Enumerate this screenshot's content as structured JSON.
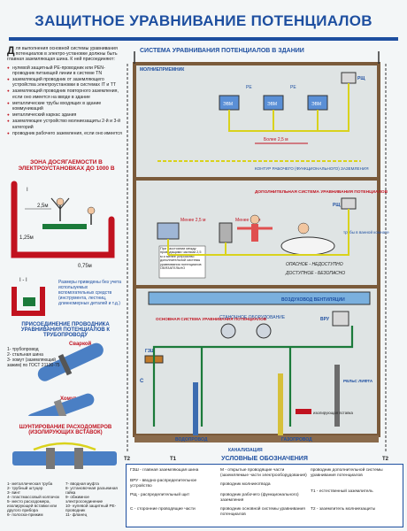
{
  "poster": {
    "title": "ЗАЩИТНОЕ УРАВНИВАНИЕ ПОТЕНЦИАЛОВ"
  },
  "left": {
    "intro_dropcap": "Д",
    "intro_text": "ля выполнения основной системы уравнивания потенциалов в электро-установке должны быть главная заземляющая шина. К ней присоединяют:",
    "list": [
      "нулевой защитный PE-проводник или PEN-проводник питающей линии в системе TN",
      "заземляющий проводник от заземляющего устройства электроустановки в системах IT и TT",
      "заземляющий проводник повторного заземления, если оно имеется на вводе в здание",
      "металлические трубы входящих в здание коммуникаций",
      "металлический каркас здания",
      "заземляющее устройство молниезащиты 2-й и 3-й категорий",
      "проводник рабочего заземления, если оно имеется"
    ],
    "zone_header": "ЗОНА ДОСЯГАЕМОСТИ В ЭЛЕКТРОУСТАНОВКАХ ДО 1000 В",
    "zone_dims": {
      "a": "2,5м",
      "b": "1,25м",
      "c": "0,75м",
      "section": "I - I",
      "mark": "I"
    },
    "zone_note": "Размеры приведены без учета используемых вспомогательных средств (инструмента, лестниц, длинномерных деталей и т.д.)",
    "pipe_header": "ПРИСОЕДИНЕНИЕ ПРОВОДНИКА УРАВНИВАНИЯ ПОТЕНЦИАЛОВ К ТРУБОПРОВОДУ",
    "pipe_weld": "Сваркой",
    "pipe_list": "1- трубопровод\n2- стальная шина\n3- хомут (заземляющий зажим) по ГОСТ 21130-75",
    "clamp": "Хомутом",
    "shunt_header": "ШУНТИРОВАНИЕ РАСХОДОМЕРОВ (ИЗОЛИРУЮЩИХ ВСТАВОК)",
    "shunt_list_a": "1- металлическая труба\n2- трубный штуцер\n3- винт\n4- пластмассовый колпачок\n5- место расходомера, изолирующей вставки или другого прибора\n6- полоска-прижим",
    "shunt_list_b": "7- вводная муфта\n8- установочная разъемная гайка\n9- обжимное электросоединение\n10- нулевой защитный РЕ-проводник\n11- фланец"
  },
  "main": {
    "header": "СИСТЕМА УРАВНИВАНИЯ ПОТЕНЦИАЛОВ В ЗДАНИИ",
    "lightning": "МОЛНИЕПРИЕМНИК",
    "computer": "ЭВМ",
    "rsh": "РЩ",
    "pe": "PE",
    "more25": "Более 2,5 м",
    "less25": "Менее 2,5 м",
    "contour": "КОНТУР РАБОЧЕГО (ФУНКЦИОНАЛЬНОГО) ЗАЗЕМЛЕНИЯ",
    "extra_system": "ДОПОЛНИТЕЛЬНАЯ СИСТЕМА УРАВНИВАНИЯ ПОТЕНЦИАЛОВ",
    "bath_pipes": "трубы в ванной комнате",
    "note_box": "При расстоянии между проводящими частями 2,5 м и менее устройство дополнительной системы уравнивания потенциалов ОБЯЗАТЕЛЬНО",
    "danger1": "ОПАСНОЕ - НЕДОСТУПНО",
    "danger2": "ДОСТУПНОЕ - БЕЗОПАСНО",
    "ventilation": "ВОЗДУХОВОД ВЕНТИЛЯЦИИ",
    "machines": "СТАНОЧНОЕ ОБОРУДОВАНИЕ",
    "main_system": "ОСНОВНАЯ СИСТЕМА УРАВНИВАНИЯ ПОТЕНЦИАЛОВ",
    "vru": "ВРУ",
    "gzsh": "ГЗШ",
    "c": "С",
    "rails": "РЕЛЬС ЛИФТА",
    "water": "ВОДОПРОВОД",
    "gas": "ГАЗОПРОВОД",
    "sewer": "КАНАЛИЗАЦИЯ",
    "insul": "изолирующая вставка",
    "t1": "T1",
    "t2": "T2"
  },
  "legend": {
    "title": "УСЛОВНЫЕ ОБОЗНАЧЕНИЯ",
    "items": [
      "ГЗШ - главная заземляющая шина",
      "ВРУ - вводно-распределительное устройство",
      "РЩ - распределительный щит",
      "С - сторонние проводящие части",
      "М - открытые проводящие части (заземляемые части электрооборудования)",
      "проводник молниеотвода",
      "проводник рабочего (функционального) заземления",
      "проводник основной системы уравнивания потенциалов",
      "проводник дополнительной системы уравнивания потенциалов",
      "T1 - естественный заземлитель",
      "T2 - заземлитель молниезащиты"
    ]
  },
  "colors": {
    "blue": "#1e4fa0",
    "red": "#c1121f",
    "green_conductor": "#d9d21c",
    "frame": "#7a5a3a"
  }
}
